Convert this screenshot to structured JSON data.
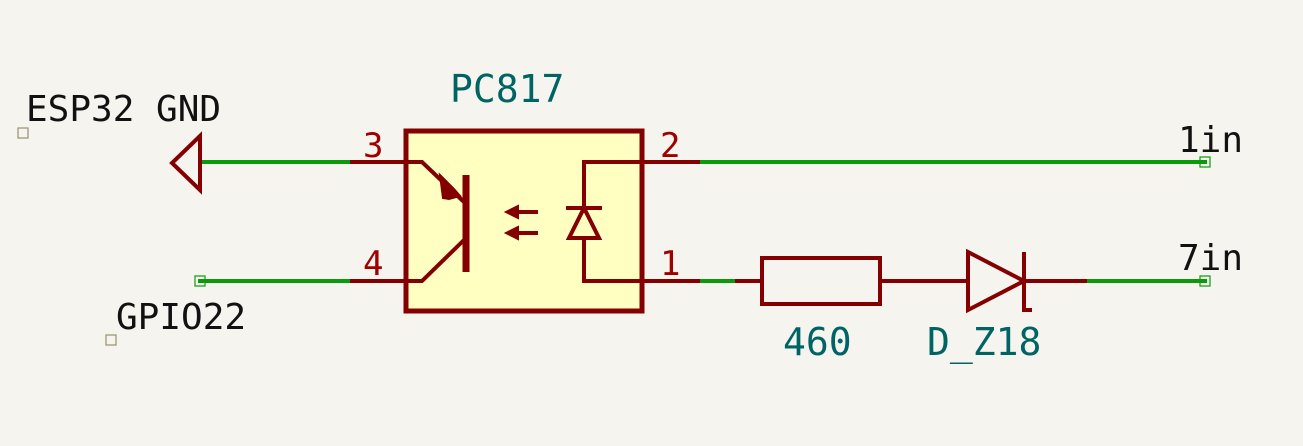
{
  "diagram": {
    "optocoupler": {
      "reference": "PC817"
    },
    "pins": {
      "p1": "1",
      "p2": "2",
      "p3": "3",
      "p4": "4"
    },
    "resistor": {
      "value": "460"
    },
    "zener": {
      "reference": "D_Z18"
    },
    "labels": {
      "ground": "ESP32 GND",
      "gpio": "GPIO22",
      "in1": "1in",
      "in7": "7in"
    },
    "colors": {
      "wire": "#0a9a0a",
      "symbol": "#840000",
      "body_fill": "#ffffc2",
      "reference_text": "#006464",
      "background": "#f5f4ef"
    }
  }
}
